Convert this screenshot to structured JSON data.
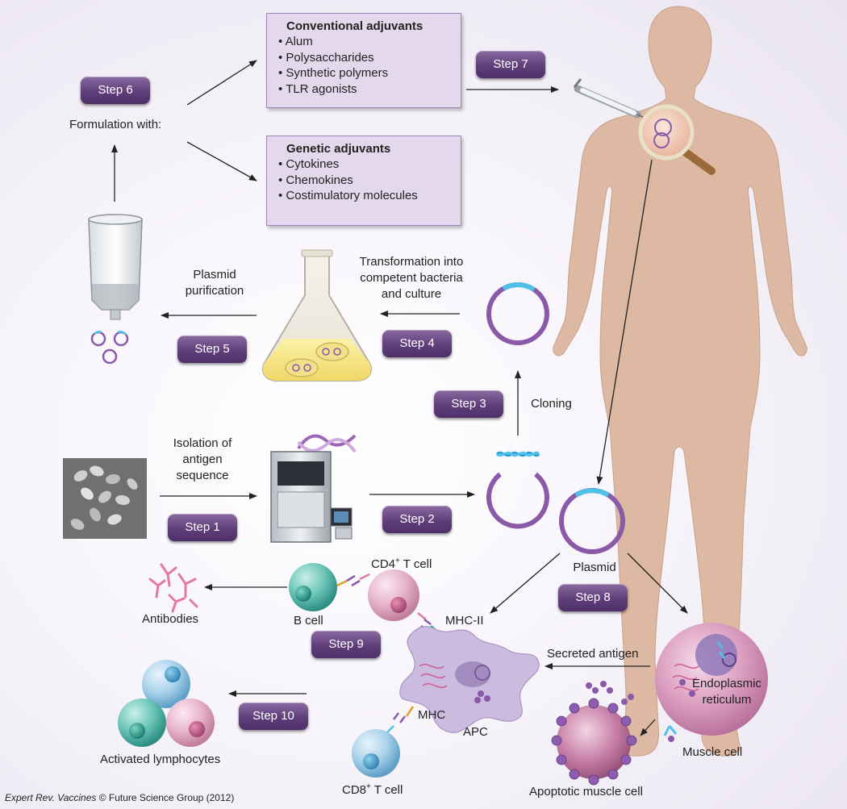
{
  "steps": {
    "s1": "Step 1",
    "s2": "Step 2",
    "s3": "Step 3",
    "s4": "Step 4",
    "s5": "Step 5",
    "s6": "Step 6",
    "s7": "Step 7",
    "s8": "Step 8",
    "s9": "Step 9",
    "s10": "Step 10"
  },
  "formulation": "Formulation with:",
  "conventional": {
    "title": "Conventional adjuvants",
    "items": [
      "Alum",
      "Polysaccharides",
      "Synthetic polymers",
      "TLR agonists"
    ]
  },
  "genetic": {
    "title": "Genetic adjuvants",
    "items": [
      "Cytokines",
      "Chemokines",
      "Costimulatory molecules"
    ]
  },
  "labels": {
    "plasmid_purification": [
      "Plasmid",
      "purification"
    ],
    "transformation": [
      "Transformation into",
      "competent bacteria",
      "and culture"
    ],
    "cloning": "Cloning",
    "isolation": [
      "Isolation of",
      "antigen",
      "sequence"
    ],
    "plasmid": "Plasmid",
    "cd4_prefix": "CD4",
    "cd4_suffix": " T cell",
    "cd8_prefix": "CD8",
    "cd8_suffix": " T cell",
    "plus": "+",
    "antibodies": "Antibodies",
    "b_cell": "B cell",
    "mhc_ii": "MHC-II",
    "mhc": "MHC",
    "apc": "APC",
    "secreted_antigen": "Secreted antigen",
    "er": [
      "Endoplasmic",
      "reticulum"
    ],
    "muscle_cell": "Muscle cell",
    "apoptotic": "Apoptotic muscle cell",
    "activated": "Activated lymphocytes"
  },
  "credit": {
    "journal": "Expert Rev. Vaccines",
    "rest": " © Future Science Group (2012)"
  },
  "colors": {
    "step": "#5f3f7a",
    "box": "#e3d8ec",
    "plasmid": "#8a5aa8",
    "insert": "#4fc1e8",
    "body": "#dbb7a2",
    "apc": "#c8b6dc",
    "muscle": "#d79ec0",
    "teal": "#3aa79a",
    "pink": "#e3aec6"
  }
}
